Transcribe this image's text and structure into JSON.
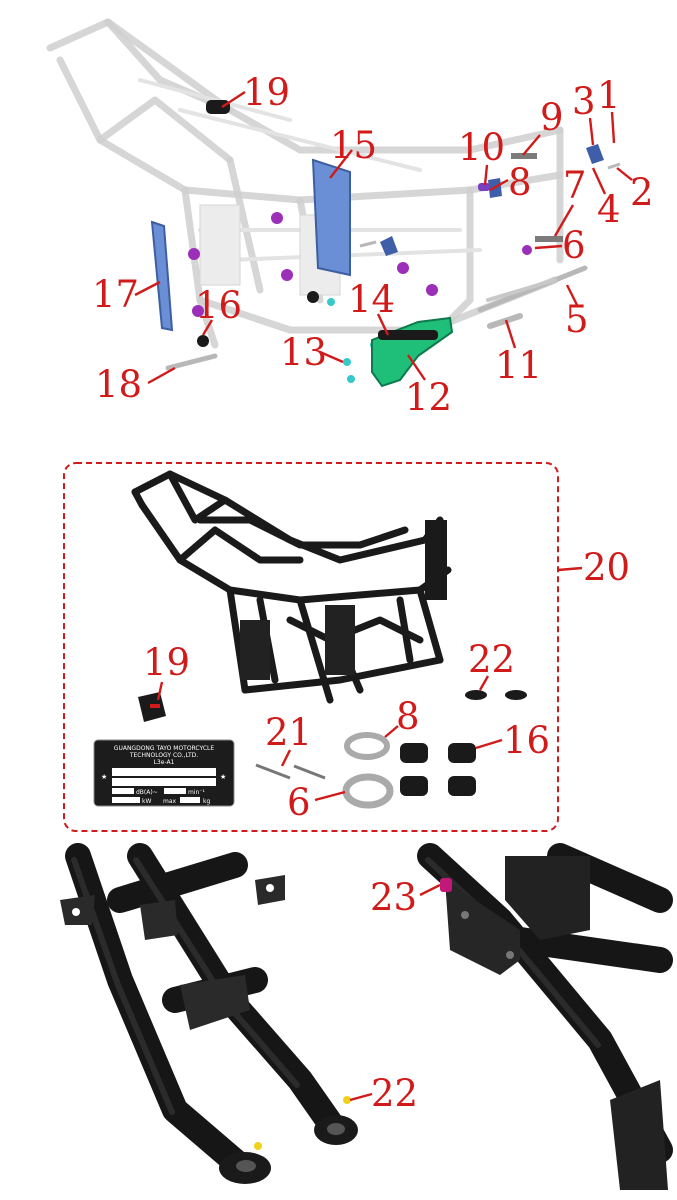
{
  "callouts": {
    "top": [
      "19",
      "15",
      "10",
      "9",
      "3",
      "1",
      "8",
      "7",
      "2",
      "4",
      "6",
      "5",
      "17",
      "16",
      "14",
      "13",
      "12",
      "11",
      "18"
    ],
    "kit": [
      "20",
      "19",
      "22",
      "21",
      "8",
      "16",
      "6"
    ],
    "bottom": [
      "23",
      "22"
    ]
  },
  "nameplate": {
    "line1": "GUANGDONG TAYO MOTORCYCLE",
    "line2": "TECHNOLOGY CO.,LTD.",
    "model": "L3e-A1",
    "db_label": "dB(A)~",
    "min_label": "min⁻¹",
    "kw_label": "kW",
    "max_label": "max",
    "kg_label": "kg"
  },
  "colors": {
    "callout": "#d11a1a",
    "frame_black": "#1a1a1a",
    "ghost_frame": "#cfcfcf",
    "bracket_green": "#1fbf7a",
    "cover_blue": "#6a8fd6",
    "rubber_purple": "#9b2fb8",
    "bolt_teal": "#36c9c9",
    "pin_yellow": "#f2d11a",
    "cap_magenta": "#c2187a"
  }
}
